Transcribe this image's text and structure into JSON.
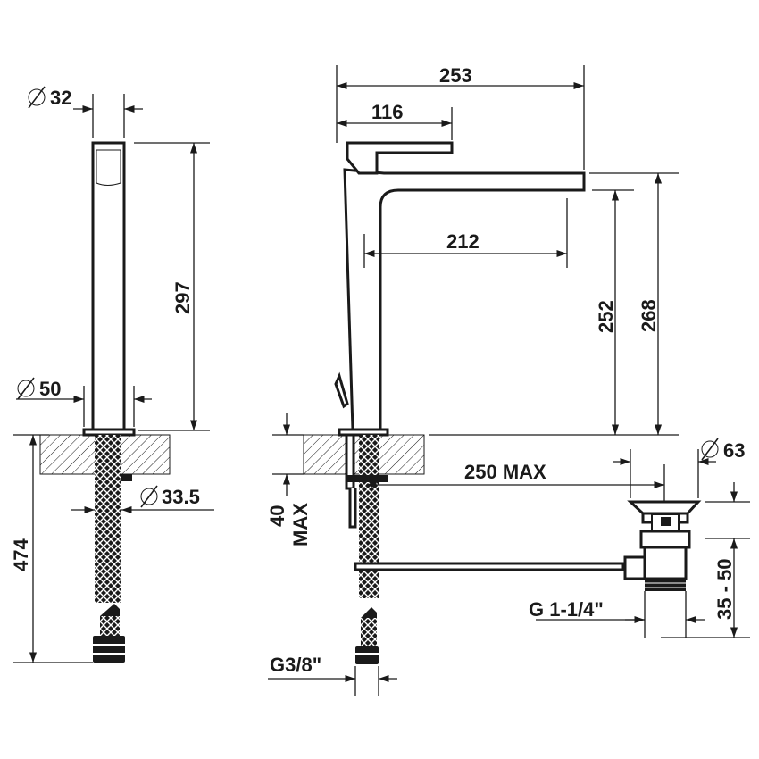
{
  "dimensions": {
    "d32": "32",
    "h297": "297",
    "d50": "50",
    "d33_5": "33.5",
    "h474": "474",
    "w253": "253",
    "w116": "116",
    "w212": "212",
    "h252": "252",
    "h268": "268",
    "d63": "63",
    "w250": "250 MAX",
    "h40": "40",
    "max_word": "MAX",
    "g1_14": "G 1-1/4\"",
    "h35_50": "35 - 50",
    "g3_8": "G3/8\""
  },
  "symbols": {
    "diameter": "∅"
  }
}
